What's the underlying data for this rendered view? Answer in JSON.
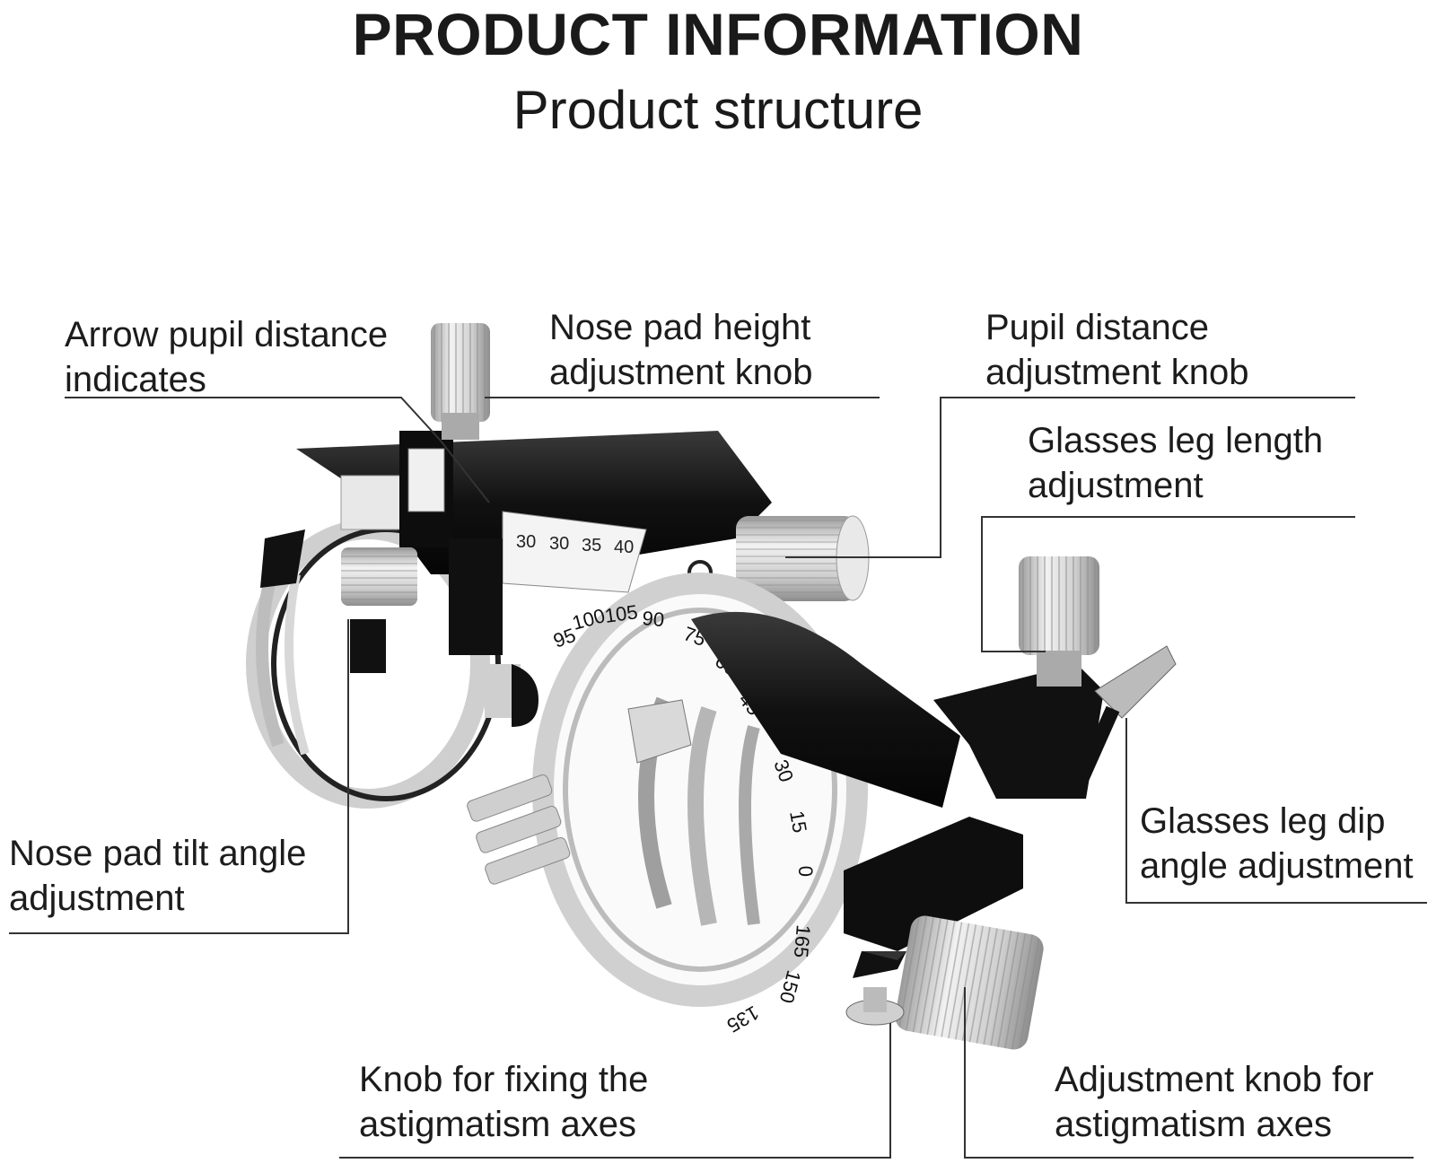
{
  "header": {
    "title": "PRODUCT INFORMATION",
    "subtitle": "Product structure"
  },
  "labels": {
    "arrow_pd": {
      "line1": "Arrow pupil distance",
      "line2": "indicates"
    },
    "nose_height": {
      "line1": "Nose pad height",
      "line2": "adjustment knob"
    },
    "pd_knob": {
      "line1": "Pupil distance",
      "line2": "adjustment knob"
    },
    "leg_length": {
      "line1": "Glasses leg length",
      "line2": "adjustment"
    },
    "nose_tilt": {
      "line1": "Nose pad tilt angle",
      "line2": "adjustment"
    },
    "leg_dip": {
      "line1": "Glasses leg dip",
      "line2": "angle adjustment"
    },
    "fix_axes": {
      "line1": "Knob for fixing the",
      "line2": "astigmatism axes"
    },
    "adj_axes": {
      "line1": "Adjustment knob for",
      "line2": "astigmatism axes"
    }
  },
  "scale_numbers": {
    "pd_scale": [
      "30",
      "30",
      "35",
      "40"
    ],
    "axis_dial": [
      "95",
      "100",
      "105",
      "90",
      "75",
      "60",
      "45",
      "30",
      "15",
      "0",
      "165",
      "150",
      "135"
    ]
  },
  "colors": {
    "frame": "#111111",
    "chrome": "#c9c9c9",
    "knob": "#d6d6d6",
    "leader": "#333333"
  }
}
